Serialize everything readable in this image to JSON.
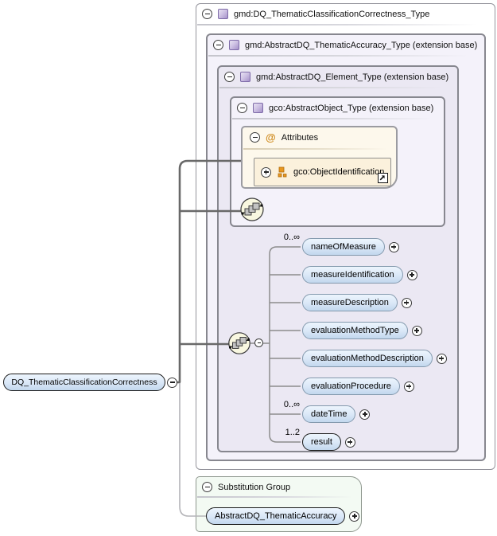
{
  "diagram": {
    "root_element": {
      "label": "DQ_ThematicClassificationCorrectness"
    },
    "type_boxes": [
      {
        "label": "gmd:DQ_ThematicClassificationCorrectness_Type"
      },
      {
        "label": "gmd:AbstractDQ_ThematicAccuracy_Type (extension base)"
      },
      {
        "label": "gmd:AbstractDQ_Element_Type (extension base)"
      },
      {
        "label": "gco:AbstractObject_Type (extension base)"
      }
    ],
    "attributes_group": {
      "label": "Attributes",
      "attribute": {
        "label": "gco:ObjectIdentification"
      }
    },
    "compositors": [
      {
        "type": "sequence"
      },
      {
        "type": "sequence"
      }
    ],
    "child_elements": [
      {
        "name": "nameOfMeasure",
        "cardinality": "0..∞",
        "required": false
      },
      {
        "name": "measureIdentification",
        "cardinality": "",
        "required": false
      },
      {
        "name": "measureDescription",
        "cardinality": "",
        "required": false
      },
      {
        "name": "evaluationMethodType",
        "cardinality": "",
        "required": false
      },
      {
        "name": "evaluationMethodDescription",
        "cardinality": "",
        "required": false
      },
      {
        "name": "evaluationProcedure",
        "cardinality": "",
        "required": false
      },
      {
        "name": "dateTime",
        "cardinality": "0..∞",
        "required": false
      },
      {
        "name": "result",
        "cardinality": "1..2",
        "required": true
      }
    ],
    "substitution_group": {
      "label": "Substitution Group",
      "member": {
        "label": "AbstractDQ_ThematicAccuracy"
      }
    },
    "icons": {
      "collapse": "minus-in-circle",
      "expand": "plus-in-circle",
      "complex_type": "purple-square",
      "attributes": "@",
      "attribute": "orange-squares",
      "sequence": "diagonal-steps-in-circle",
      "link": "arrow-up-right-in-square"
    },
    "colors": {
      "pill_fill_top": "#edf5fd",
      "pill_fill_bottom": "#c2d7ee",
      "lavender_light": "#f4f2fa",
      "lavender_dark": "#ebe8f3",
      "attributes_cream": "#fdf8ec",
      "attribute_pill_cream": "#fbf1dc",
      "substitution_green": "#f3faf3",
      "orange_icon": "#cf8a1d",
      "purple_icon": "#a591c9",
      "thick_line": "#696969",
      "thin_line": "#b4b4b8"
    }
  }
}
